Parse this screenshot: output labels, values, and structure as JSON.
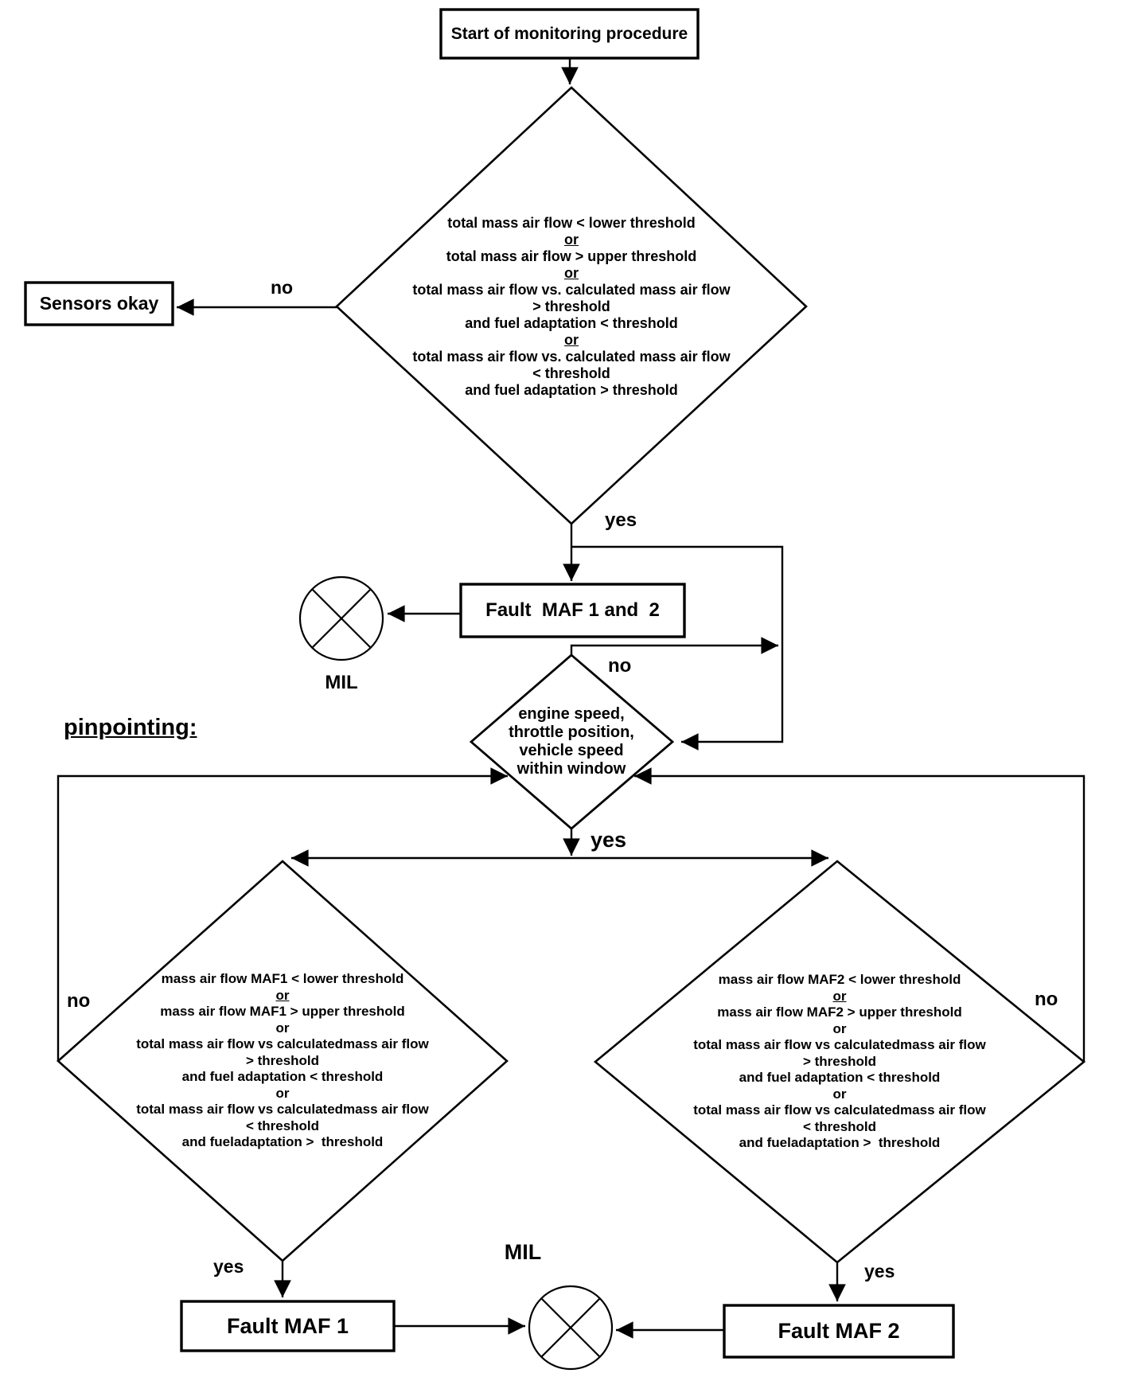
{
  "page": {
    "background": "#ffffff",
    "ink": "#000000"
  },
  "section_label": "pinpointing:",
  "nodes": {
    "start": {
      "label": "Start of monitoring procedure"
    },
    "sensors_okay": {
      "label": "Sensors okay"
    },
    "fault_maf_1_and_2": {
      "label": "Fault  MAF 1 and  2"
    },
    "fault_maf_1": {
      "label": "Fault MAF 1"
    },
    "fault_maf_2": {
      "label": "Fault MAF 2"
    },
    "mil_top": {
      "label": "MIL"
    },
    "mil_bottom": {
      "label": "MIL"
    }
  },
  "edge_labels": {
    "no_main": "no",
    "yes_main": "yes",
    "no_window": "no",
    "yes_window": "yes",
    "no_maf1": "no",
    "yes_maf1": "yes",
    "no_maf2": "no",
    "yes_maf2": "yes"
  },
  "decisions": {
    "total_flow": {
      "lines": [
        {
          "t": "total mass air flow < lower threshold",
          "u": false
        },
        {
          "t": "or",
          "u": true
        },
        {
          "t": "total mass air flow > upper threshold",
          "u": false
        },
        {
          "t": "or",
          "u": true
        },
        {
          "t": "total mass air flow vs. calculated mass air flow",
          "u": false
        },
        {
          "t": "> threshold",
          "u": false
        },
        {
          "t": "and fuel adaptation < threshold",
          "u": false
        },
        {
          "t": "or",
          "u": true
        },
        {
          "t": "total mass air flow vs. calculated mass air flow",
          "u": false
        },
        {
          "t": "< threshold",
          "u": false
        },
        {
          "t": "and fuel adaptation > threshold",
          "u": false
        }
      ]
    },
    "window": {
      "lines": [
        {
          "t": "engine speed,",
          "u": false
        },
        {
          "t": "throttle position,",
          "u": false
        },
        {
          "t": "vehicle speed",
          "u": false
        },
        {
          "t": "within window",
          "u": false
        }
      ]
    },
    "maf1": {
      "lines": [
        {
          "t": "mass air flow MAF1 < lower threshold",
          "u": false
        },
        {
          "t": "or",
          "u": true
        },
        {
          "t": "mass air flow MAF1 > upper threshold",
          "u": false
        },
        {
          "t": "or",
          "u": false
        },
        {
          "t": "total mass air flow vs calculatedmass air flow",
          "u": false
        },
        {
          "t": "> threshold",
          "u": false
        },
        {
          "t": "and fuel adaptation < threshold",
          "u": false
        },
        {
          "t": "or",
          "u": false
        },
        {
          "t": "total mass air flow vs calculatedmass air flow",
          "u": false
        },
        {
          "t": "< threshold",
          "u": false
        },
        {
          "t": "and fueladaptation >  threshold",
          "u": false
        }
      ]
    },
    "maf2": {
      "lines": [
        {
          "t": "mass air flow MAF2 < lower threshold",
          "u": false
        },
        {
          "t": "or",
          "u": true
        },
        {
          "t": "mass air flow MAF2 > upper threshold",
          "u": false
        },
        {
          "t": "or",
          "u": false
        },
        {
          "t": "total mass air flow vs calculatedmass air flow",
          "u": false
        },
        {
          "t": "> threshold",
          "u": false
        },
        {
          "t": "and fuel adaptation < threshold",
          "u": false
        },
        {
          "t": "or",
          "u": false
        },
        {
          "t": "total mass air flow vs calculatedmass air flow",
          "u": false
        },
        {
          "t": "< threshold",
          "u": false
        },
        {
          "t": "and fueladaptation >  threshold",
          "u": false
        }
      ]
    }
  }
}
